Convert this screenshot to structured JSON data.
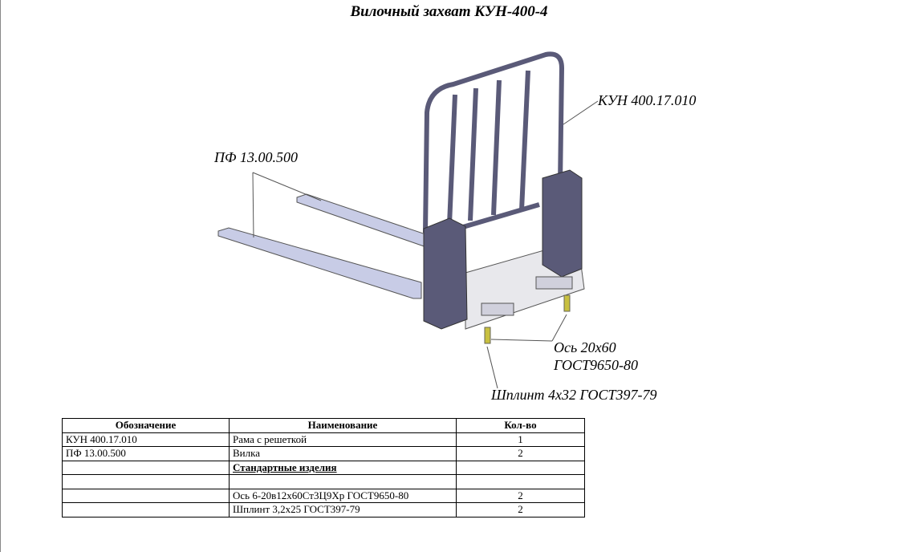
{
  "title": "Вилочный захват КУН-400-4",
  "callouts": {
    "frame": "КУН 400.17.010",
    "fork": "ПФ 13.00.500",
    "axle_1": "Ось 20х60",
    "axle_2": "ГОСТ9650-80",
    "pin": "Шплинт 4х32 ГОСТ397-79"
  },
  "table": {
    "headers": [
      "Обозначение",
      "Наименование",
      "Кол-во"
    ],
    "rows": [
      {
        "designation": "КУН 400.17.010",
        "name": "Рама с решеткой",
        "qty": "1"
      },
      {
        "designation": "ПФ 13.00.500",
        "name": "Вилка",
        "qty": "2"
      },
      {
        "designation": "",
        "name": "Стандартные изделия",
        "qty": ""
      },
      {
        "designation": "",
        "name": "",
        "qty": ""
      },
      {
        "designation": "",
        "name": "Ось 6-20в12х60Ст3Ц9Хр ГОСТ9650-80",
        "qty": "2"
      },
      {
        "designation": "",
        "name": "Шплинт 3,2х25 ГОСТ397-79",
        "qty": "2"
      }
    ]
  },
  "colors": {
    "frame": "#5a5a78",
    "fork": "#c8cce6",
    "pin": "#c8c040"
  }
}
